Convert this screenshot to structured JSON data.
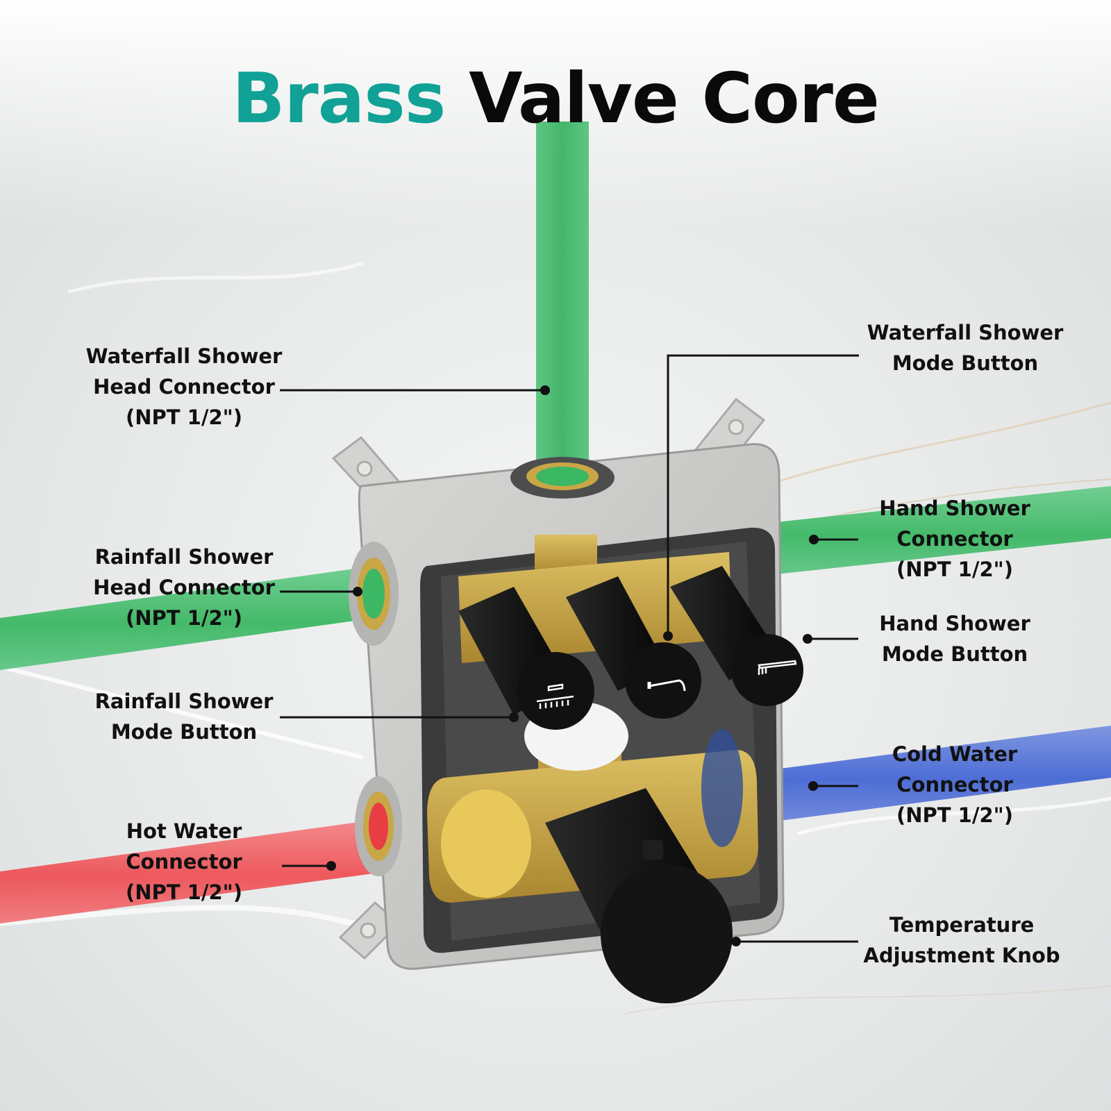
{
  "title": {
    "accent": "Brass",
    "main": "Valve Core"
  },
  "colors": {
    "accent": "#11a196",
    "pipe_green": "#3cb763",
    "pipe_red": "#f0474b",
    "pipe_blue": "#4567d4",
    "brass": "#c9a646",
    "housing": "#c8c8c6",
    "knob": "#141414"
  },
  "callouts": {
    "waterfall_head": [
      "Waterfall Shower",
      "Head Connector",
      "(NPT 1/2\")"
    ],
    "rainfall_head": [
      "Rainfall Shower",
      "Head Connector",
      "(NPT 1/2\")"
    ],
    "rainfall_mode": [
      "Rainfall Shower",
      "Mode Button"
    ],
    "hot_water": [
      "Hot Water",
      "Connector",
      "(NPT 1/2\")"
    ],
    "waterfall_mode": [
      "Waterfall Shower",
      "Mode Button"
    ],
    "hand_connector": [
      "Hand Shower",
      "Connector",
      "(NPT 1/2\")"
    ],
    "hand_mode": [
      "Hand Shower",
      "Mode Button"
    ],
    "cold_water": [
      "Cold Water",
      "Connector",
      "(NPT 1/2\")"
    ],
    "temperature": [
      "Temperature",
      "Adjustment Knob"
    ]
  },
  "icons": {
    "button_left": "rainfall-shower-icon",
    "button_middle": "waterfall-spout-icon",
    "button_right": "hand-shower-icon"
  }
}
